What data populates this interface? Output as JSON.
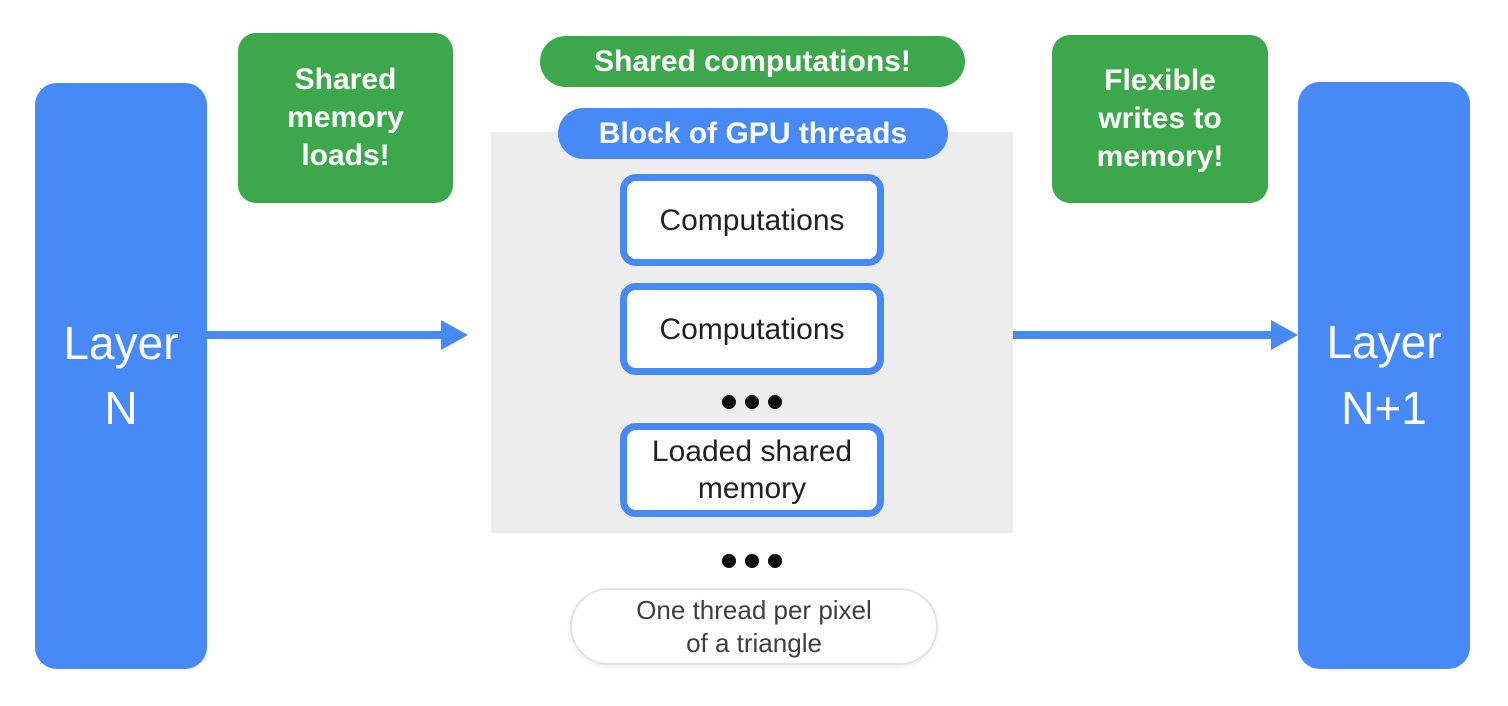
{
  "colors": {
    "blue": "#4689F7",
    "green": "#3DA84B",
    "panel_gray": "#EDEDED",
    "box_text_dark": "#212121",
    "note_text": "#3C4043",
    "note_border": "#E3E3E3"
  },
  "diagram": {
    "layer_n": {
      "lines": [
        "Layer",
        "N"
      ]
    },
    "layer_n_plus_1": {
      "lines": [
        "Layer",
        "N+1"
      ]
    },
    "callouts": {
      "shared_memory_loads": {
        "lines": [
          "Shared",
          "memory",
          "loads!"
        ]
      },
      "shared_computations": {
        "label": "Shared computations!"
      },
      "flexible_writes": {
        "lines": [
          "Flexible",
          "writes to",
          "memory!"
        ]
      }
    },
    "gpu_block": {
      "title": "Block of GPU threads",
      "thread_boxes": [
        "Computations",
        "Computations"
      ],
      "memory_box": "Loaded shared memory"
    },
    "note": {
      "lines": [
        "One thread per pixel",
        "of a triangle"
      ]
    }
  }
}
